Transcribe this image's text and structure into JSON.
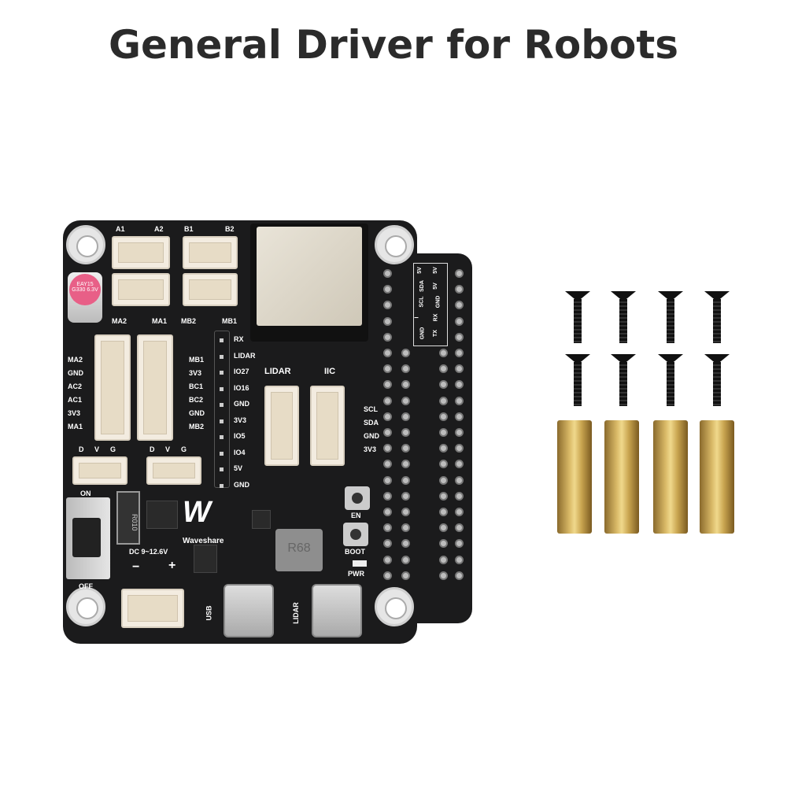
{
  "title": "General Driver for Robots",
  "board": {
    "brand": "Waveshare",
    "motor_ports_top": [
      "A1",
      "A2",
      "B1",
      "B2"
    ],
    "motor_ports_bottom": [
      "MA2",
      "MA1",
      "MB2",
      "MB1"
    ],
    "left_pins": [
      "MA2",
      "GND",
      "AC2",
      "AC1",
      "3V3",
      "MA1"
    ],
    "right_pins": [
      "MB1",
      "3V3",
      "BC1",
      "BC2",
      "GND",
      "MB2"
    ],
    "servo_labels": [
      "D",
      "V",
      "G"
    ],
    "gpio_labels": [
      "RX",
      "LIDAR",
      "IO27",
      "IO16",
      "GND",
      "3V3",
      "IO5",
      "IO4",
      "5V",
      "GND"
    ],
    "lidar_label": "LIDAR",
    "iic_label": "IIC",
    "iic_pins": [
      "SCL",
      "SDA",
      "GND",
      "3V3"
    ],
    "header_table": [
      [
        "5V",
        "5V"
      ],
      [
        "SDA",
        "5V"
      ],
      [
        "SCL",
        "GND"
      ],
      [
        "I",
        "RX"
      ],
      [
        "GND",
        "TX"
      ]
    ],
    "capacitor_text": "EAY15 G330 6.3V",
    "switch_on": "ON",
    "switch_off": "OFF",
    "resistor": "R010",
    "power_input": "DC 9~12.6V",
    "minus": "−",
    "plus": "+",
    "inductor": "R68",
    "en_button": "EN",
    "boot_button": "BOOT",
    "pwr_led": "PWR",
    "usb_label": "USB",
    "lidar_usb_label": "LIDAR"
  },
  "colors": {
    "pcb": "#1b1b1c",
    "connector": "#f3ece0",
    "brass": "#d8b866",
    "title": "#2b2b2b"
  }
}
